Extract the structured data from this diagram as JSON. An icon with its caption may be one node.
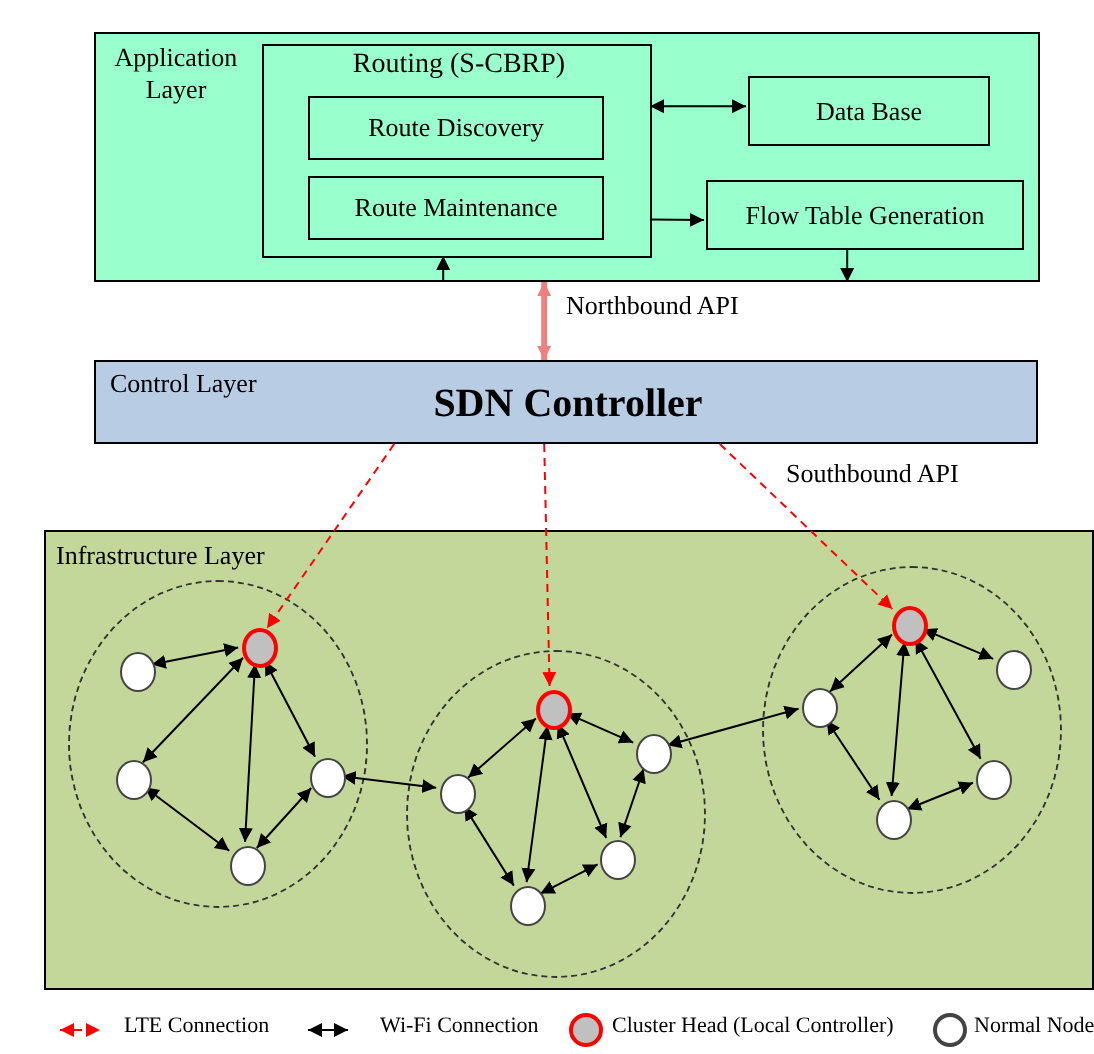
{
  "diagram": {
    "nodes": [
      {
        "text": [
          "Application Layer"
        ]
      },
      {
        "text": [
          "Routing (S-CBRP)"
        ],
        "in": 0
      },
      {
        "text": [
          "Route Discovery"
        ],
        "in": 1
      },
      {
        "text": [
          "Route Maintenance"
        ],
        "in": 1
      },
      {
        "text": [
          "Data Base"
        ],
        "in": 0
      },
      {
        "text": [
          "Flow Table Generation"
        ],
        "in": 0
      },
      {
        "text": [
          "Control Layer",
          "SDN Controller"
        ]
      },
      {
        "text": [
          "Infrastructure Layer"
        ]
      },
      {
        "text": [],
        "shape": "circle",
        "in": 7
      },
      {
        "text": [],
        "shape": "circle",
        "in": 8
      },
      {
        "text": [],
        "shape": "circle",
        "in": 8
      },
      {
        "text": [],
        "shape": "circle",
        "in": 8
      },
      {
        "text": [],
        "shape": "circle",
        "in": 8
      },
      {
        "text": [],
        "shape": "circle",
        "in": 8
      },
      {
        "text": [],
        "shape": "circle",
        "in": 7
      },
      {
        "text": [],
        "shape": "circle",
        "in": 14
      },
      {
        "text": [],
        "shape": "circle",
        "in": 14
      },
      {
        "text": [],
        "shape": "circle",
        "in": 14
      },
      {
        "text": [],
        "shape": "circle",
        "in": 14
      },
      {
        "text": [],
        "shape": "circle",
        "in": 14
      },
      {
        "text": [],
        "shape": "circle",
        "in": 7
      },
      {
        "text": [],
        "shape": "circle",
        "in": 20
      },
      {
        "text": [],
        "shape": "circle",
        "in": 20
      },
      {
        "text": [],
        "shape": "circle",
        "in": 20
      },
      {
        "text": [],
        "shape": "circle",
        "in": 20
      },
      {
        "text": [],
        "shape": "circle",
        "in": 20
      }
    ],
    "edges": [
      {
        "from": 1,
        "to": 4,
        "arrow": "both"
      },
      {
        "from": 1,
        "to": 5,
        "arrow": "to"
      },
      {
        "from": null,
        "to": 1,
        "arrow": "to"
      },
      {
        "from": 5,
        "to": null,
        "arrow": "to"
      },
      {
        "from": 0,
        "to": 6,
        "arrow": "both",
        "label": "Northbound API",
        "style": "thick",
        "color": "#f08080"
      },
      {
        "from": 6,
        "to": 9,
        "arrow": "to",
        "style": "dashed",
        "color": "#ff0000"
      },
      {
        "from": 6,
        "to": 15,
        "arrow": "to",
        "style": "dashed",
        "color": "#ff0000"
      },
      {
        "from": 6,
        "to": 21,
        "arrow": "to",
        "style": "dashed",
        "color": "#ff0000",
        "label": "Southbound API"
      },
      {
        "from": 9,
        "to": 10,
        "arrow": "both"
      },
      {
        "from": 9,
        "to": 11,
        "arrow": "both"
      },
      {
        "from": 9,
        "to": 13,
        "arrow": "both"
      },
      {
        "from": 9,
        "to": 12,
        "arrow": "both"
      },
      {
        "from": 11,
        "to": 13,
        "arrow": "both"
      },
      {
        "from": 12,
        "to": 13,
        "arrow": "both"
      },
      {
        "from": 12,
        "to": 16,
        "arrow": "both"
      },
      {
        "from": 15,
        "to": 16,
        "arrow": "both"
      },
      {
        "from": 15,
        "to": 17,
        "arrow": "both"
      },
      {
        "from": 15,
        "to": 18,
        "arrow": "both"
      },
      {
        "from": 15,
        "to": 19,
        "arrow": "both"
      },
      {
        "from": 16,
        "to": 18,
        "arrow": "both"
      },
      {
        "from": 17,
        "to": 19,
        "arrow": "both"
      },
      {
        "from": 18,
        "to": 19,
        "arrow": "both"
      },
      {
        "from": 17,
        "to": 22,
        "arrow": "both"
      },
      {
        "from": 21,
        "to": 22,
        "arrow": "both"
      },
      {
        "from": 21,
        "to": 23,
        "arrow": "both"
      },
      {
        "from": 21,
        "to": 25,
        "arrow": "both"
      },
      {
        "from": 21,
        "to": 24,
        "arrow": "both"
      },
      {
        "from": 22,
        "to": 25,
        "arrow": "both"
      },
      {
        "from": 24,
        "to": 25,
        "arrow": "both"
      }
    ],
    "legend": [
      {
        "text": "LTE Connection"
      },
      {
        "text": "Wi-Fi Connection"
      },
      {
        "text": "Cluster Head (Local Controller)"
      },
      {
        "text": "Normal Node"
      }
    ]
  }
}
